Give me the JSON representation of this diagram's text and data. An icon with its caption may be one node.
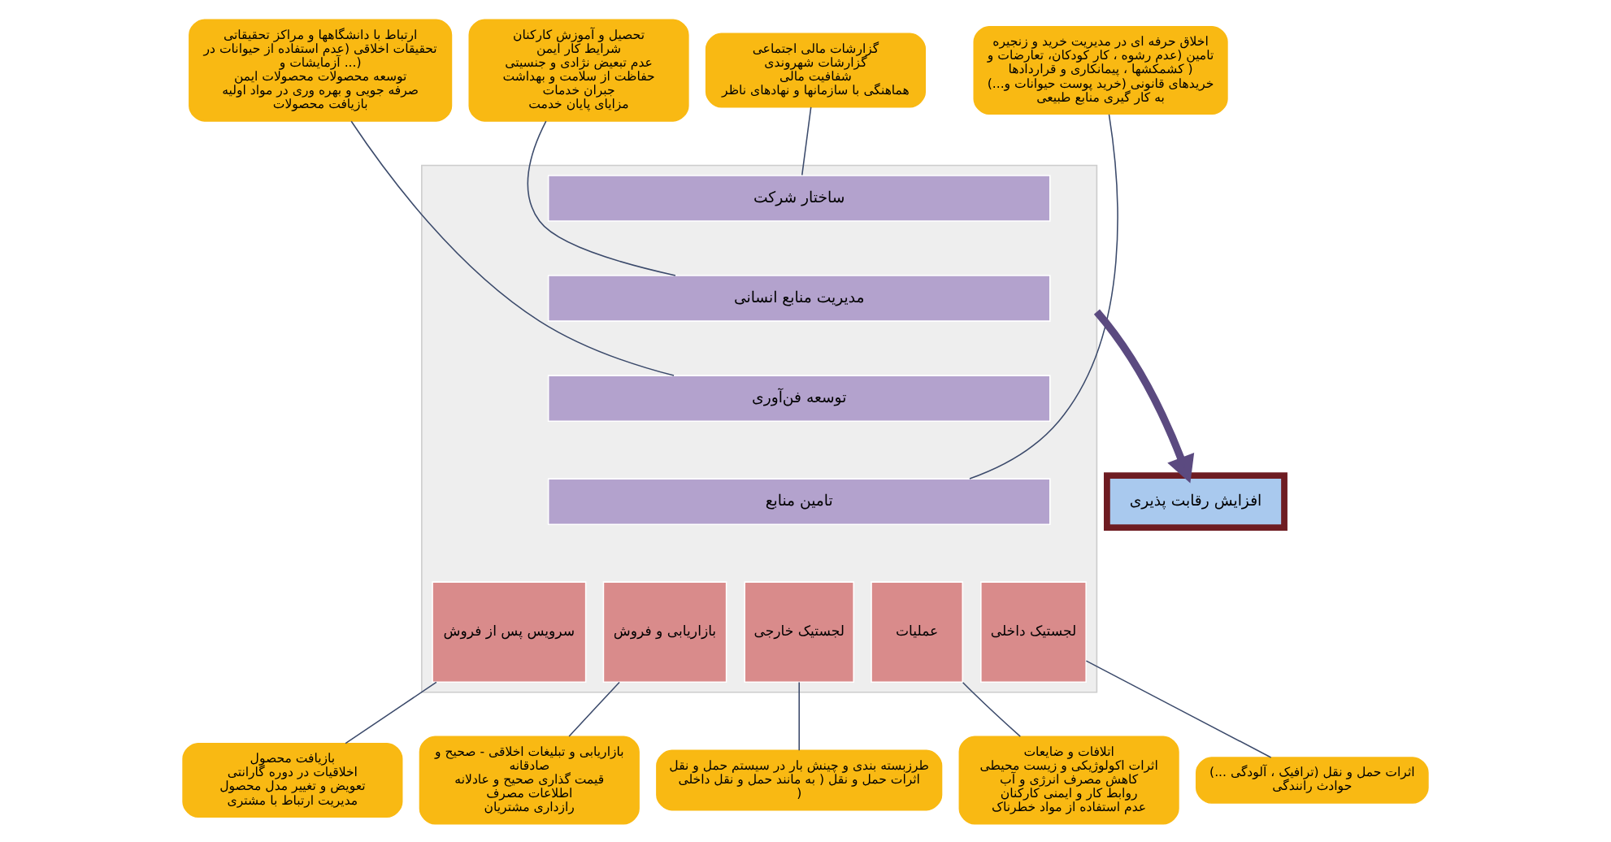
{
  "diagram": {
    "nodes": [
      {
        "text": [
          "ارتباط با دانشگاهها و مراکز تحقیقاتی",
          "تحقیقات اخلاقی (عدم استفاده از حیوانات در آزمایشات و ...)",
          "توسعه محصولات محصولات ایمن",
          "صرفه جویی و بهره وری در مواد اولیه",
          "بازیافت محصولات"
        ]
      },
      {
        "text": [
          "تحصیل و آموزش کارکنان",
          "شرایط کار ایمن",
          "عدم تبعیض نژادی و جنسیتی",
          "حفاظت از سلامت و بهداشت",
          "جبران خدمات",
          "مزایای پایان خدمت"
        ]
      },
      {
        "text": [
          "گزارشات مالی اجتماعی",
          "گزارشات شهروندی",
          "شفافیت مالی",
          "هماهنگی با سازمانها و نهادهای ناظر"
        ]
      },
      {
        "text": [
          "اخلاق حرفه ای در مدیریت خرید و زنجیره تامین (عدم رشوه ، کار کودکان، تعارضات و کشمکشها ، پیمانکاری و قراردادها )",
          "خریدهای قانونی (خرید پوست حیوانات و...)",
          "به کار گیری منابع طبیعی"
        ]
      },
      {
        "text": [
          "افزایش رقابت پذیری"
        ]
      },
      {
        "text": [],
        "shape": "box"
      },
      {
        "text": [
          "ساختار شرکت"
        ],
        "in": 5
      },
      {
        "text": [
          "مدیریت منابع انسانی"
        ],
        "in": 5
      },
      {
        "text": [
          "توسعه فن‌آوری"
        ],
        "in": 5
      },
      {
        "text": [
          "تامین منابع"
        ],
        "in": 5
      },
      {
        "text": [
          "سرویس پس از فروش"
        ],
        "in": 5
      },
      {
        "text": [
          "بازاریابی و فروش"
        ],
        "in": 5
      },
      {
        "text": [
          "لجستیک خارجی"
        ],
        "in": 5
      },
      {
        "text": [
          "عملیات"
        ],
        "in": 5
      },
      {
        "text": [
          "لجستیک داخلی"
        ],
        "in": 5
      },
      {
        "text": [
          "بازیافت محصول",
          "اخلاقیات در دوره گارانتی",
          "تعویض و تغییر مدل محصول",
          "مدیریت ارتباط با مشتری"
        ]
      },
      {
        "text": [
          "بازاریابی و تبلیغات اخلاقی - صحیح و صادقانه",
          "قیمت گذاری صحیح و عادلانه",
          "اطلاعات مصرف",
          "رازداری مشتریان"
        ]
      },
      {
        "text": [
          "طرزبسته بندی و چینش بار در سیستم حمل و نقل",
          "اثرات حمل و نقل ( به مانند حمل و نقل داخلی )"
        ]
      },
      {
        "text": [
          "اتلافات و ضایعات",
          "اثرات اکولوژیکی و زیست محیطی",
          "کاهش مصرف انرژی و آب",
          "روابط کار و ایمنی کارکنان",
          "عدم استفاده از مواد خطرناک"
        ]
      },
      {
        "text": [
          "اثرات حمل و نقل (ترافیک ، آلودگی ...)",
          "حوادث رانندگی"
        ]
      }
    ],
    "edges": [
      {
        "from": 0,
        "to": 8,
        "arrow": "none"
      },
      {
        "from": 1,
        "to": 7,
        "arrow": "none"
      },
      {
        "from": 2,
        "to": 6,
        "arrow": "none"
      },
      {
        "from": 3,
        "to": 9,
        "arrow": "none"
      },
      {
        "from": 5,
        "to": 4,
        "arrow": "to",
        "style": "thick",
        "color": "#5b4a80"
      },
      {
        "from": 15,
        "to": 10,
        "arrow": "none"
      },
      {
        "from": 16,
        "to": 11,
        "arrow": "none"
      },
      {
        "from": 17,
        "to": 12,
        "arrow": "none"
      },
      {
        "from": 18,
        "to": 13,
        "arrow": "none"
      },
      {
        "from": 19,
        "to": 14,
        "arrow": "none"
      }
    ]
  }
}
